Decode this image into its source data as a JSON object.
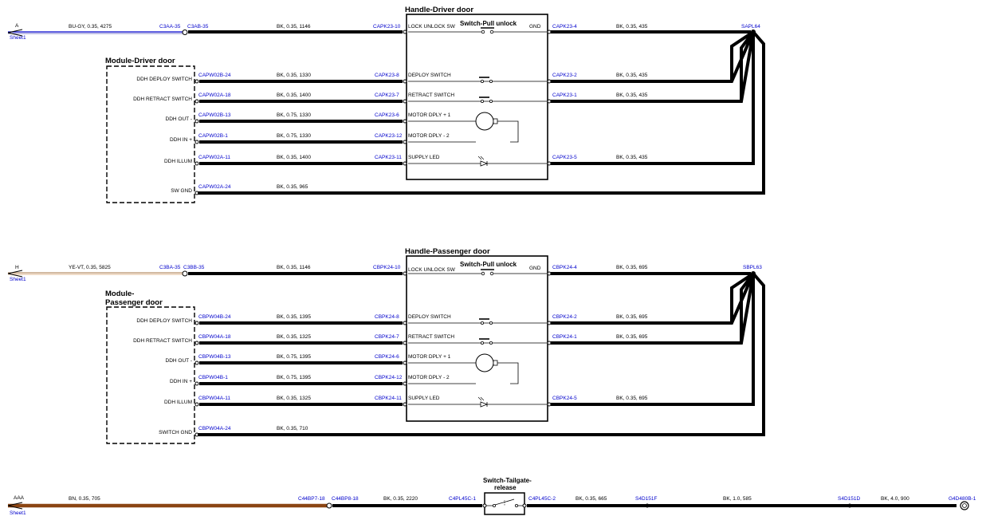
{
  "colors": {
    "wire": "#000000",
    "conn": "#0000cc",
    "brown": "#8b4513",
    "ye_vt": "#c8a882"
  },
  "s1": {
    "ref": "A",
    "sheet": "Sheet1",
    "in_wire": "BU-GY,  0.35,  4275",
    "in_a": "C3AA-35",
    "in_b": "C3AB-35",
    "handle_title": "Handle-Driver door",
    "switch_title": "Switch-Pull unlock",
    "module_title": "Module-Driver door",
    "splice": "SAPL64",
    "top": {
      "spec": "BK,  0.35,  1146",
      "pin": "CAPK23-10",
      "label": "LOCK UNLOCK SW",
      "gnd": "GND",
      "rpin": "CAPK23-4",
      "rspec": "BK,  0.35,  435"
    },
    "rows": [
      {
        "mod": "DDH DEPLOY SWITCH",
        "left": "CAPW02B-24",
        "spec": "BK,  0.35,  1330",
        "pin": "CAPK23-8",
        "label": "DEPLOY SWITCH",
        "rpin": "CAPK23-2",
        "rspec": "BK,  0.35,  435"
      },
      {
        "mod": "DDH RETRACT SWITCH",
        "left": "CAPW02A-18",
        "spec": "BK,  0.35,  1400",
        "pin": "CAPK23-7",
        "label": "RETRACT SWITCH",
        "rpin": "CAPK23-1",
        "rspec": "BK,  0.35,  435"
      },
      {
        "mod": "DDH OUT -",
        "left": "CAPW02B-13",
        "spec": "BK,  0.75,  1330",
        "pin": "CAPK23-6",
        "label": "MOTOR DPLY + 1"
      },
      {
        "mod": "DDH IN +",
        "left": "CAPW02B-1",
        "spec": "BK,  0.75,  1330",
        "pin": "CAPK23-12",
        "label": "MOTOR DPLY - 2"
      },
      {
        "mod": "DDH ILLUM",
        "left": "CAPW02A-11",
        "spec": "BK,  0.35,  1400",
        "pin": "CAPK23-11",
        "label": "SUPPLY LED",
        "rpin": "CAPK23-5",
        "rspec": "BK,  0.35,  435"
      },
      {
        "mod": "SW GND",
        "left": "CAPW02A-24",
        "spec": "BK,  0.35,  965"
      }
    ]
  },
  "s2": {
    "ref": "H",
    "sheet": "Sheet1",
    "in_wire": "YE-VT,  0.35,  5825",
    "in_a": "C3BA-35",
    "in_b": "C3BB-35",
    "handle_title": "Handle-Passenger door",
    "switch_title": "Switch-Pull unlock",
    "module_title_1": "Module-",
    "module_title_2": "Passenger door",
    "splice": "SBPL63",
    "top": {
      "spec": "BK,  0.35,  1146",
      "pin": "CBPK24-10",
      "label": "LOCK UNLOCK SW",
      "gnd": "GND",
      "rpin": "CBPK24-4",
      "rspec": "BK,  0.35,  695"
    },
    "rows": [
      {
        "mod": "DDH DEPLOY SWITCH",
        "left": "CBPW04B-24",
        "spec": "BK,  0.35,  1395",
        "pin": "CBPK24-8",
        "label": "DEPLOY SWITCH",
        "rpin": "CBPK24-2",
        "rspec": "BK,  0.35,  695"
      },
      {
        "mod": "DDH RETRACT SWITCH",
        "left": "CBPW04A-18",
        "spec": "BK,  0.35,  1325",
        "pin": "CBPK24-7",
        "label": "RETRACT SWITCH",
        "rpin": "CBPK24-1",
        "rspec": "BK,  0.35,  695"
      },
      {
        "mod": "DDH OUT -",
        "left": "CBPW04B-13",
        "spec": "BK,  0.75,  1395",
        "pin": "CBPK24-6",
        "label": "MOTOR DPLY + 1"
      },
      {
        "mod": "DDH IN +",
        "left": "CBPW04B-1",
        "spec": "BK,  0.75,  1395",
        "pin": "CBPK24-12",
        "label": "MOTOR DPLY - 2"
      },
      {
        "mod": "DDH ILLUM",
        "left": "CBPW04A-11",
        "spec": "BK,  0.35,  1325",
        "pin": "CBPK24-11",
        "label": "SUPPLY LED",
        "rpin": "CBPK24-5",
        "rspec": "BK,  0.35,  695"
      },
      {
        "mod": "SWITCH GND",
        "left": "CBPW04A-24",
        "spec": "BK,  0.35,  710"
      }
    ]
  },
  "s3": {
    "ref": "AAA",
    "sheet": "Sheet1",
    "w1": "BN,  0.35,  705",
    "c1a": "C44BP7-18",
    "c1b": "C44BP8-18",
    "w2": "BK,  0.35,  2220",
    "c2a": "C4PL45C-1",
    "switch_title_1": "Switch-Tailgate-",
    "switch_title_2": "release",
    "c2b": "C4PL45C-2",
    "w3": "BK,  0.35,  665",
    "c3": "S4D151F",
    "w4": "BK,  1.0,  585",
    "c4": "S4D151D",
    "w5": "BK,  4.0,  900",
    "c5": "G4D480B-1"
  }
}
